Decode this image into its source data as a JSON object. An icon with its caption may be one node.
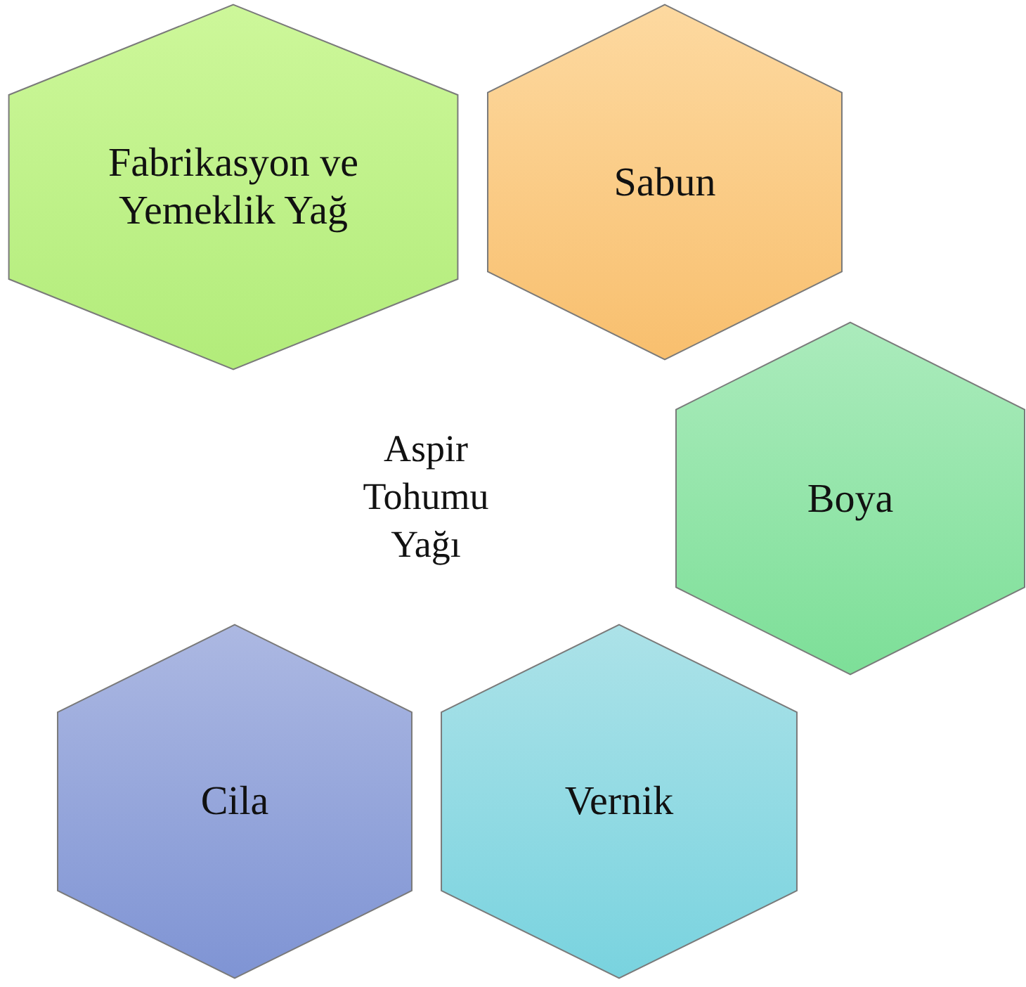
{
  "diagram": {
    "nodes": [
      {
        "text": [
          "Fabrikasyon ve Yemeklik Yağ"
        ]
      },
      {
        "text": [
          "Sabun"
        ]
      },
      {
        "text": [
          "Boya"
        ]
      },
      {
        "text": [
          "Cila"
        ]
      },
      {
        "text": [
          "Vernik"
        ]
      }
    ],
    "labels": [
      "Aspir Tohumu Yağı"
    ]
  }
}
